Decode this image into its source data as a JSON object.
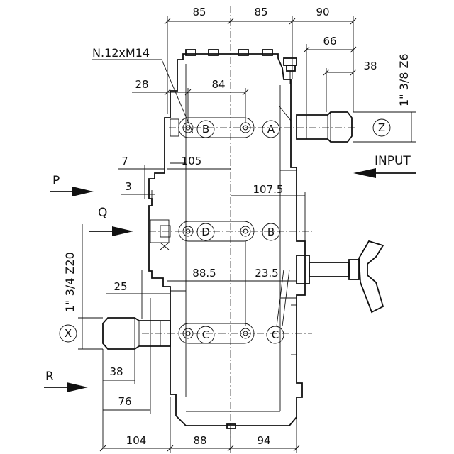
{
  "dimensions": {
    "top_1": "85",
    "top_2": "85",
    "top_3": "90",
    "d66": "66",
    "d38_top": "38",
    "d28": "28",
    "d84": "84",
    "d105": "105",
    "d7": "7",
    "d3": "3",
    "d107_5": "107.5",
    "d88_5": "88.5",
    "d23_5": "23.5",
    "d25": "25",
    "d38_bottom": "38",
    "d76": "76",
    "bottom_1": "104",
    "bottom_2": "88",
    "bottom_3": "94"
  },
  "labels": {
    "bolt_spec": "N.12xM14",
    "input": "INPUT",
    "thread_z": "1\" 3/8 Z6",
    "thread_x": "1\" 3/4 Z20",
    "port_p": "P",
    "port_q": "Q",
    "port_r": "R"
  },
  "markers": {
    "a": "A",
    "b": "B",
    "c": "C",
    "d": "D",
    "x": "X",
    "z": "Z"
  }
}
